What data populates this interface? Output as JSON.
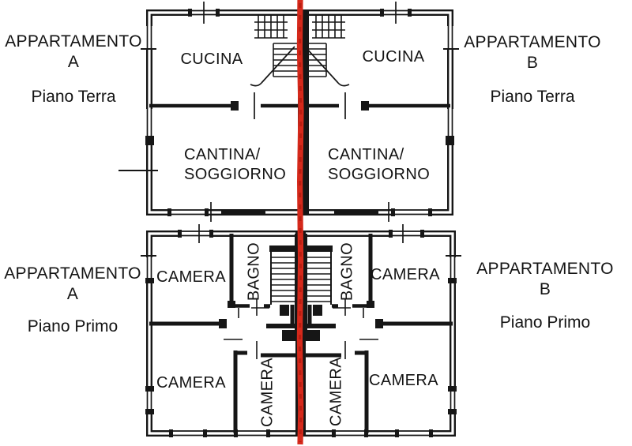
{
  "colors": {
    "plan_ink": "#161616",
    "division_line_red": "#d5291b",
    "background": "#ffffff"
  },
  "apartments": {
    "ground_left": {
      "name": "APPARTAMENTO",
      "letter": "A",
      "floor": "Piano Terra"
    },
    "ground_right": {
      "name": "APPARTAMENTO",
      "letter": "B",
      "floor": "Piano Terra"
    },
    "first_left": {
      "name": "APPARTAMENTO",
      "letter": "A",
      "floor": "Piano Primo"
    },
    "first_right": {
      "name": "APPARTAMENTO",
      "letter": "B",
      "floor": "Piano Primo"
    }
  },
  "rooms": {
    "ground": {
      "kitchen_a": "CUCINA",
      "kitchen_b": "CUCINA",
      "cellar_a_line1": "CANTINA/",
      "cellar_a_line2": "SOGGIORNO",
      "cellar_b_line1": "CANTINA/",
      "cellar_b_line2": "SOGGIORNO"
    },
    "first": {
      "bedroom_a_top": "CAMERA",
      "bedroom_b_top": "CAMERA",
      "bathroom_a": "BAGNO",
      "bathroom_b": "BAGNO",
      "bedroom_a_middle": "CAMERA",
      "bedroom_b_middle": "CAMERA",
      "bedroom_a_bottom": "CAMERA",
      "bedroom_b_bottom": "CAMERA"
    }
  }
}
